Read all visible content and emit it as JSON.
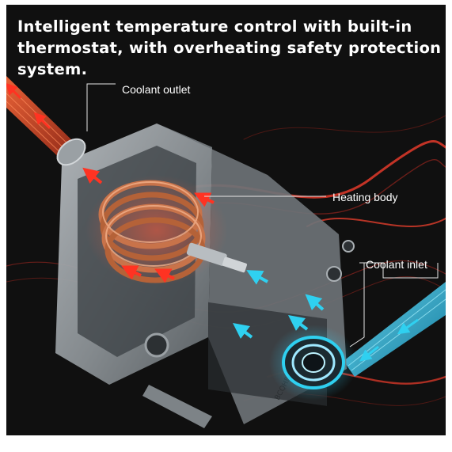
{
  "headline": "Intelligent temperature control with built-in thermostat, with overheating safety protection system.",
  "callouts": {
    "coolant_outlet": "Coolant outlet",
    "heating_body": "Heating body",
    "coolant_inlet": "Coolant inlet"
  },
  "device_marking": "BCQHB",
  "colors": {
    "background": "#101010",
    "hot_flow": "#e23a2a",
    "cold_flow": "#2bc3e0",
    "copper_coil": "#c8734a",
    "housing": "#8f9498",
    "text": "#ffffff"
  }
}
